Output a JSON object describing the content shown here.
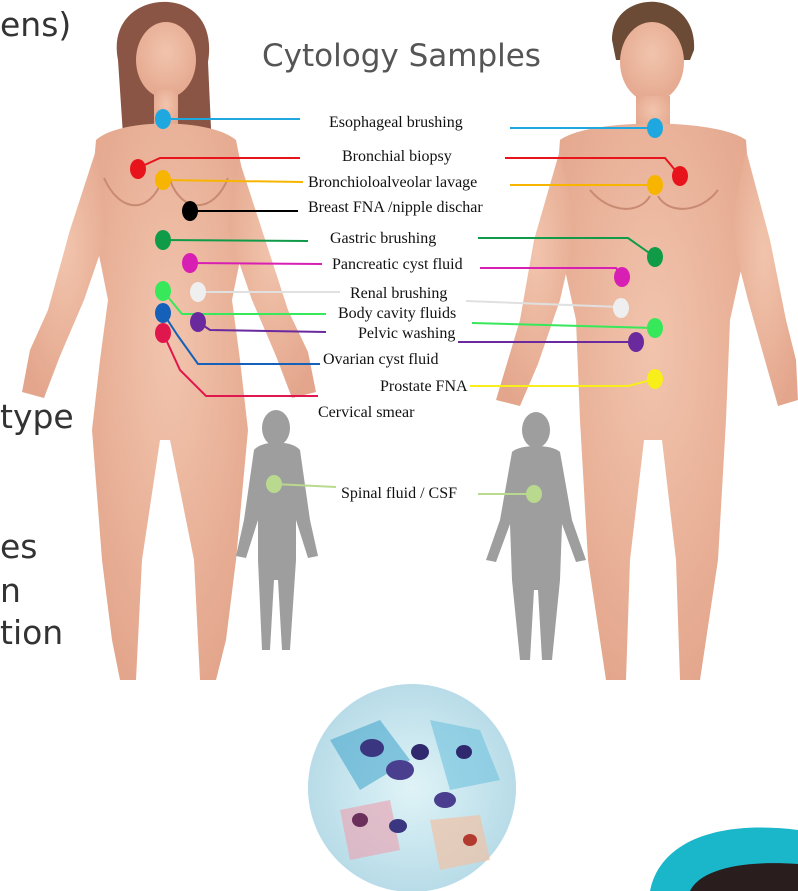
{
  "slide": {
    "fragments": [
      "ens)",
      "type",
      "es",
      "n",
      "tion"
    ]
  },
  "diagram": {
    "title": "Cytology Samples",
    "samples": [
      {
        "label": "Esophageal brushing",
        "color": "#1fa8e0"
      },
      {
        "label": "Bronchial biopsy",
        "color": "#e8141b"
      },
      {
        "label": "Bronchioloalveolar lavage",
        "color": "#f7b500"
      },
      {
        "label": "Breast FNA /nipple dischar",
        "color": "#000000"
      },
      {
        "label": "Gastric brushing",
        "color": "#109b48"
      },
      {
        "label": "Pancreatic cyst fluid",
        "color": "#d81fb3"
      },
      {
        "label": "Renal brushing",
        "color": "#e6e6e6"
      },
      {
        "label": "Body cavity fluids",
        "color": "#36e85a"
      },
      {
        "label": "Pelvic washing",
        "color": "#6a2a9e"
      },
      {
        "label": "Ovarian cyst fluid",
        "color": "#1560b8"
      },
      {
        "label": "Prostate FNA",
        "color": "#f7ee1a"
      },
      {
        "label": "Cervical smear",
        "color": "#e0174d"
      },
      {
        "label": "Spinal fluid / CSF",
        "color": "#b9d98f"
      }
    ],
    "figures": [
      "female-body",
      "male-body",
      "female-silhouette",
      "male-silhouette"
    ],
    "micrograph": "cytology-micrograph",
    "corner_accent_color": "#19b7c9"
  }
}
